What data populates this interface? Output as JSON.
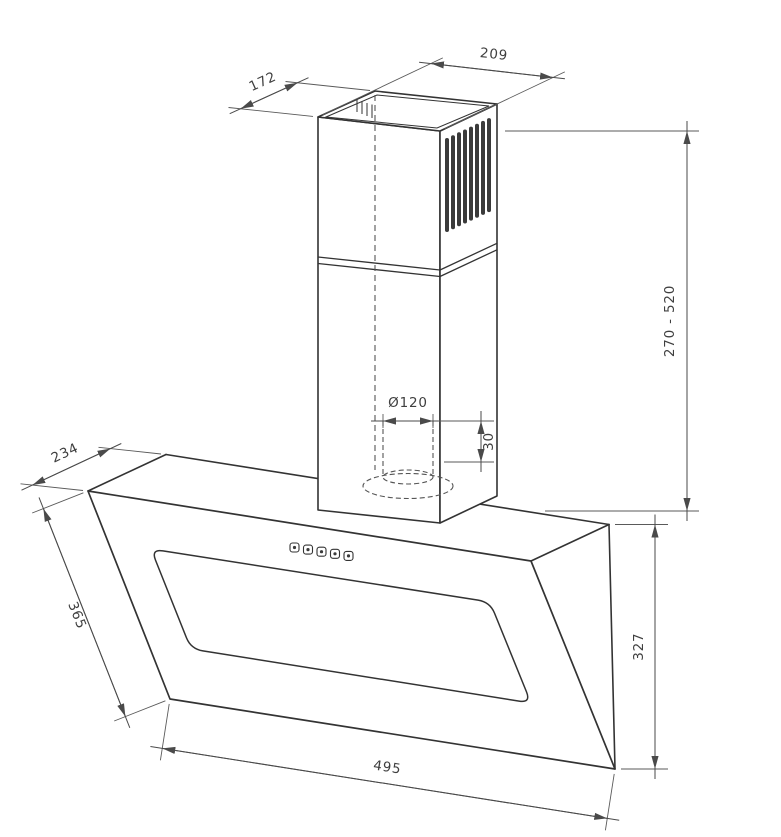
{
  "drawing": {
    "labels": {
      "duct_top_width": "209",
      "duct_top_depth": "172",
      "chimney_height_range": "270 - 520",
      "outlet_diameter": "Ø120",
      "outlet_spigot_height": "30",
      "top_depth": "234",
      "glass_panel_height": "365",
      "body_height": "327",
      "body_width": "495"
    },
    "colors": {
      "object_line": "#333333",
      "dimension_line": "#4a4a4a",
      "label_text": "#3f3f3f",
      "background": "#ffffff"
    }
  }
}
